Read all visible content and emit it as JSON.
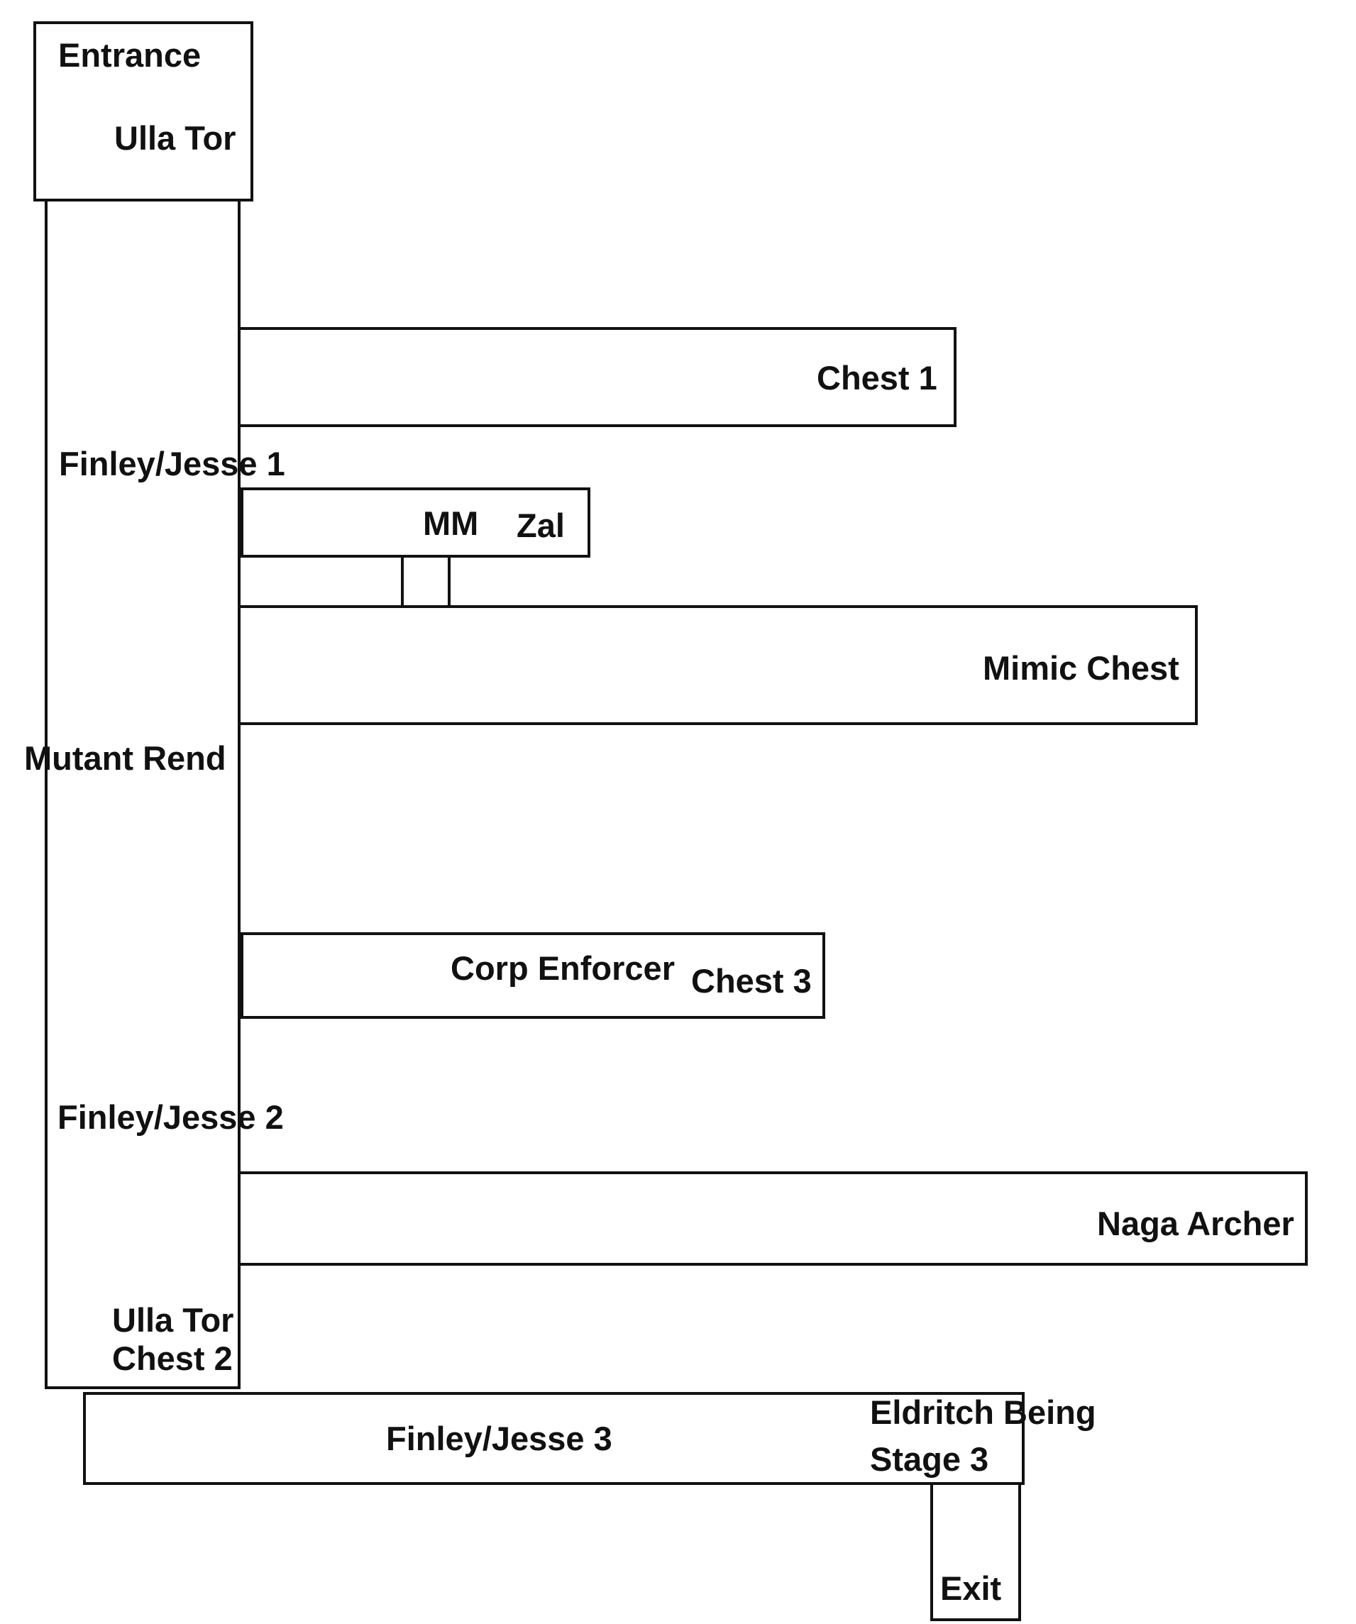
{
  "diagram": {
    "rooms": {
      "entrance": {
        "labels": [
          "Entrance",
          "Ulla Tor"
        ]
      },
      "main_corridor": {
        "labels": [
          "Finley/Jesse 1",
          "Mutant Rend",
          "Finley/Jesse 2",
          "Ulla Tor",
          "Chest 2"
        ]
      },
      "chest1_room": {
        "labels": [
          "Chest 1"
        ]
      },
      "mm_zal_room": {
        "labels": [
          "MM",
          "Zal"
        ]
      },
      "mimic_room": {
        "labels": [
          "Mimic Chest"
        ]
      },
      "corp_room": {
        "labels": [
          "Corp Enforcer",
          "Chest 3"
        ]
      },
      "naga_room": {
        "labels": [
          "Naga Archer"
        ]
      },
      "bottom_corridor": {
        "labels": [
          "Finley/Jesse 3",
          "Eldritch Being",
          "Stage 3"
        ]
      },
      "exit_room": {
        "labels": [
          "Exit"
        ]
      }
    }
  }
}
